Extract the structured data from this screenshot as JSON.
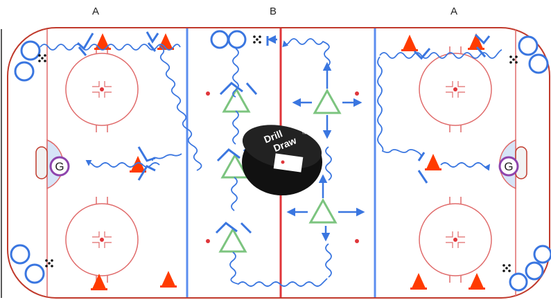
{
  "zone_labels": {
    "left": "A",
    "center": "B",
    "right": "A"
  },
  "goalie_label": "G",
  "puck_logo": {
    "line1": "Drill",
    "line2": "Draw",
    "tm": "™"
  },
  "colors": {
    "ice": "#ffffff",
    "boards": "#c0392b",
    "red_line": "#d9534f",
    "blue_line": "#5b8def",
    "crease": "#d6e4f7",
    "player_circle": "#3a76e0",
    "skate_path": "#3a76e0",
    "cone": "#ff3b00",
    "triangle": "#7cc47f",
    "goalie_ring": "#8e44ad"
  },
  "icons": [
    "cone-icon",
    "player-circle-icon",
    "puck-pile-icon",
    "forward-triangle-icon",
    "goalie-icon",
    "drilldraw-puck-logo"
  ]
}
